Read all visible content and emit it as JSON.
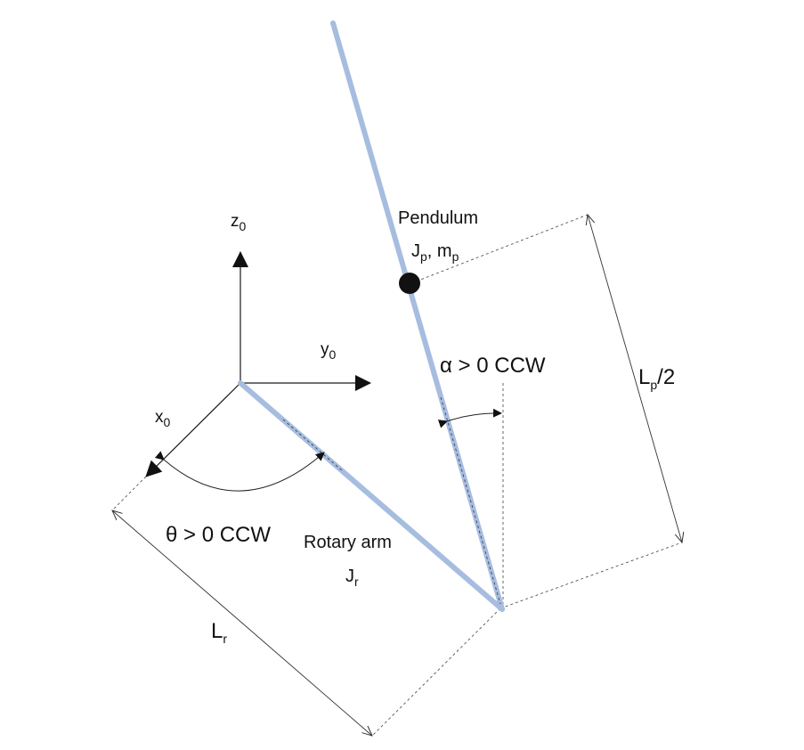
{
  "labels": {
    "z0": "z",
    "z0_sub": "0",
    "y0": "y",
    "y0_sub": "0",
    "x0": "x",
    "x0_sub": "0",
    "pendulum": "Pendulum",
    "jp": "J",
    "jp_sub": "p",
    "mp_sep": ", m",
    "mp_sub": "p",
    "alpha_cond": "α > 0 CCW",
    "lp_half": "L",
    "lp_sub": "p",
    "lp_rest": "/2",
    "theta_cond": "θ > 0 CCW",
    "rotary_arm": "Rotary arm",
    "jr": "J",
    "jr_sub": "r",
    "lr": "L",
    "lr_sub": "r"
  },
  "colors": {
    "link": "#a7bddf",
    "line": "#1a1a1a",
    "dashed": "#555555",
    "mass": "#111111"
  }
}
